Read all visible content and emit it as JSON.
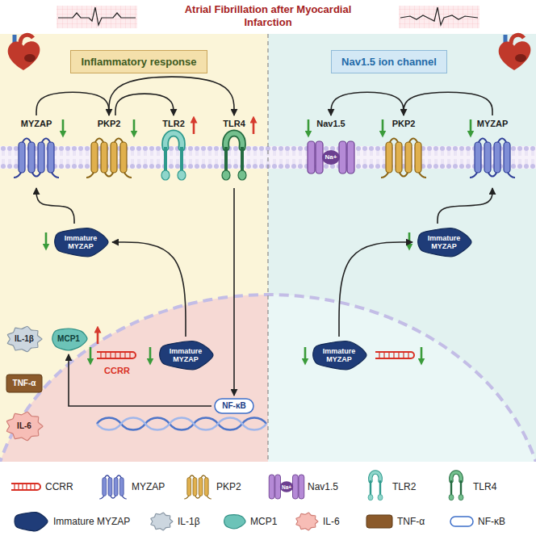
{
  "diagram": {
    "title": "Atrial Fibrillation after Myocardial Infarction",
    "nodes": [
      {
        "text": [
          "Inflammatory response"
        ]
      },
      {
        "text": [
          "Nav1.5 ion channel"
        ]
      },
      {
        "text": [
          "MYZAP"
        ]
      },
      {
        "text": [
          "PKP2"
        ]
      },
      {
        "text": [
          "TLR2"
        ]
      },
      {
        "text": [
          "TLR4"
        ]
      },
      {
        "text": [
          "Nav1.5",
          "Na+"
        ]
      },
      {
        "text": [
          "PKP2"
        ]
      },
      {
        "text": [
          "MYZAP"
        ]
      },
      {
        "text": [
          "Immature MYZAP"
        ]
      },
      {
        "text": [
          "Immature MYZAP"
        ]
      },
      {
        "text": [
          "Immature MYZAP"
        ]
      },
      {
        "text": [
          "Immature MYZAP"
        ]
      },
      {
        "text": [
          "IL-1β"
        ]
      },
      {
        "text": [
          "MCP1"
        ]
      },
      {
        "text": [
          "TNF-α"
        ]
      },
      {
        "text": [
          "IL-6"
        ]
      },
      {
        "text": [
          "NF-κB"
        ]
      }
    ],
    "edges": [
      {
        "from": 2,
        "to": 3,
        "arrow": "to"
      },
      {
        "from": 3,
        "to": 4,
        "arrow": "to"
      },
      {
        "from": 3,
        "to": 5,
        "arrow": "to"
      },
      {
        "from": 5,
        "to": 17,
        "arrow": "to"
      },
      {
        "from": 17,
        "to": 14,
        "arrow": "to"
      },
      {
        "from": 11,
        "to": 9,
        "arrow": "to"
      },
      {
        "from": 9,
        "to": 2,
        "arrow": "to"
      },
      {
        "from": 7,
        "to": 6,
        "arrow": "to"
      },
      {
        "from": 8,
        "to": 7,
        "arrow": "to"
      },
      {
        "from": 12,
        "to": 10,
        "arrow": "to"
      },
      {
        "from": 10,
        "to": 8,
        "arrow": "to"
      }
    ],
    "labels": [
      "CCRR",
      "Na+"
    ],
    "legend": [
      {
        "text": "CCRR"
      },
      {
        "text": "MYZAP"
      },
      {
        "text": "PKP2"
      },
      {
        "text": "Nav1.5"
      },
      {
        "text": "TLR2"
      },
      {
        "text": "TLR4"
      },
      {
        "text": "Immature MYZAP"
      },
      {
        "text": "IL-1β"
      },
      {
        "text": "MCP1"
      },
      {
        "text": "IL-6"
      },
      {
        "text": "TNF-α"
      },
      {
        "text": "NF-κB"
      }
    ]
  }
}
